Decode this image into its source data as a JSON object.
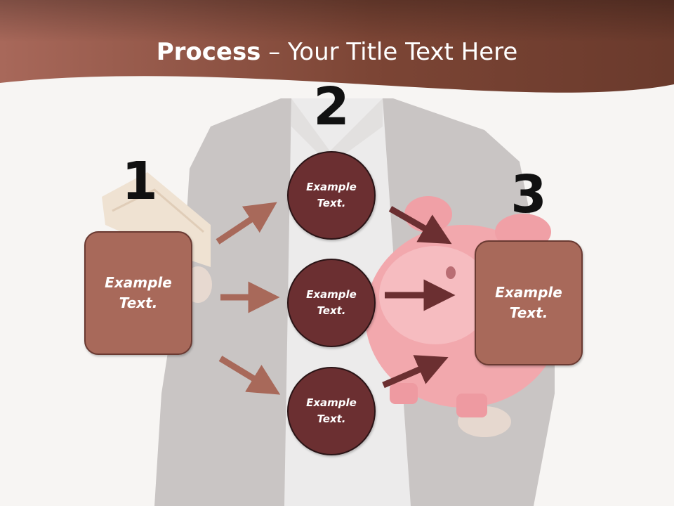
{
  "slide": {
    "title_bold": "Process",
    "title_rest": " – Your Title Text Here",
    "step_numbers": [
      "1",
      "2",
      "3"
    ],
    "left_box_text": "Example Text.",
    "right_box_text": "Example Text.",
    "circles": [
      "Example Text.",
      "Example Text.",
      "Example Text."
    ]
  },
  "colors": {
    "header": "#8f5646",
    "box_fill": "#a8695a",
    "circle_fill": "#6b2f31",
    "arrow_light": "#a8695a",
    "arrow_dark": "#6b2f31"
  },
  "icons": [
    "arrow-right-icon"
  ]
}
